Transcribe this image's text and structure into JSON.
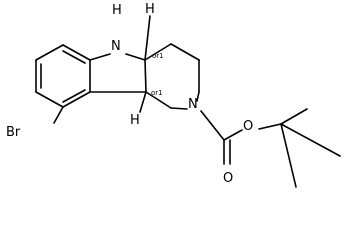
{
  "molecule": {
    "atom_labels": {
      "nh": "H",
      "n": "N",
      "n_amine": "N",
      "h_top": "H",
      "h_bottom": "H",
      "br": "Br",
      "o_ether": "O",
      "o_carbonyl": "O"
    },
    "stereo_labels": {
      "top": "or1",
      "bottom": "or1"
    }
  }
}
